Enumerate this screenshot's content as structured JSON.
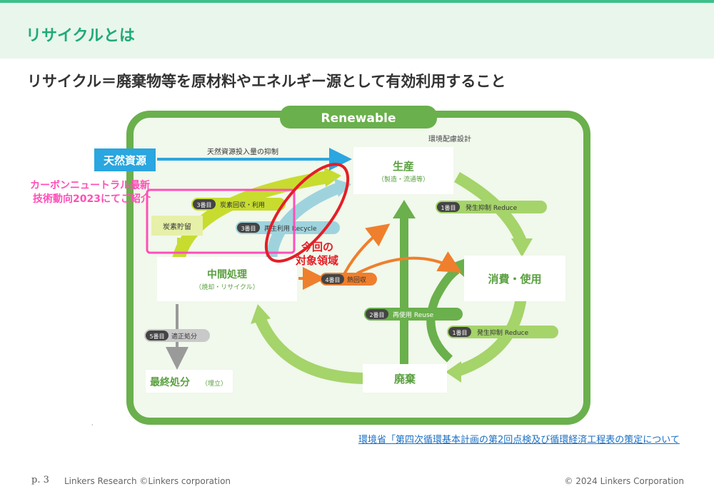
{
  "header": {
    "title": "リサイクルとは"
  },
  "subtitle": "リサイクル＝廃棄物等を原材料やエネルギー源として有効利用すること",
  "diagram": {
    "frame_label": "Renewable",
    "top_note": "環境配慮設計",
    "natural_resources": "天然資源",
    "input_arrow_label": "天然資源投入量の抑制",
    "production": {
      "title": "生産",
      "sub": "（製造・流通等）"
    },
    "consumption": {
      "title": "消費・使用"
    },
    "waste": {
      "title": "廃棄"
    },
    "intermediate": {
      "title": "中間処理",
      "sub": "（焼却・リサイクル）"
    },
    "final_disposal": {
      "title": "最終処分",
      "sub": "（埋立）"
    },
    "carbon_storage": "炭素貯留",
    "steps": {
      "carbon_recovery": {
        "num": "3番目",
        "label": "炭素回収・利用"
      },
      "recycle": {
        "num": "3番目",
        "label": "再生利用 Recycle"
      },
      "heat_recovery": {
        "num": "4番目",
        "label": "熱回収"
      },
      "proper_disposal": {
        "num": "5番目",
        "label": "適正処分"
      },
      "reuse": {
        "num": "2番目",
        "label": "再使用 Reuse"
      },
      "reduce_upper": {
        "num": "1番目",
        "label": "発生抑制 Reduce"
      },
      "reduce_lower": {
        "num": "1番目",
        "label": "発生抑制 Reduce"
      }
    },
    "target_area": {
      "line1": "今回の",
      "line2": "対象領域"
    },
    "overlay": {
      "line1": "カーボンニュートラル最新",
      "line2": "技術動向2023にてご紹介"
    }
  },
  "reference_link": "環境省「第四次循環基本計画の第2回点検及び循環経済工程表の策定について",
  "footer": {
    "page": "p. 3",
    "brand": "Linkers Research ©Linkers corporation",
    "copyright": "© 2024 Linkers Corporation"
  },
  "colors": {
    "accent": "#1faa7a",
    "frame_green": "#6ab04c",
    "light_green": "#a5d46a",
    "blue": "#2aa6e0",
    "red": "#e41e26",
    "pink": "#ff4fb8",
    "orange": "#ef7f2c",
    "lime": "#c7dc2f"
  }
}
